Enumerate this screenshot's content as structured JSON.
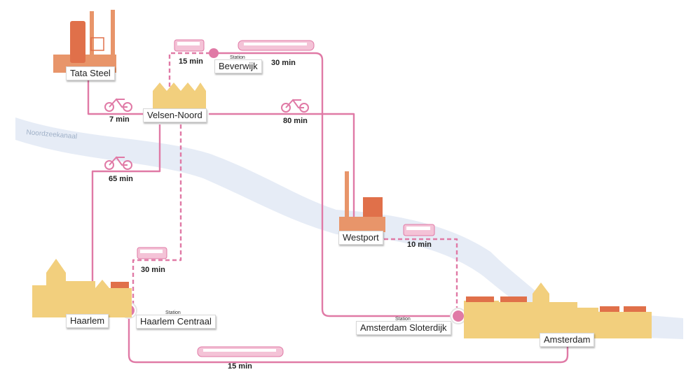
{
  "colors": {
    "route": "#e07aa6",
    "route_dashed": "#e07aa6",
    "water": "#e6ecf6",
    "town": "#f2cf7d",
    "industry": "#e8956a",
    "roof": "#e0704a",
    "station_dot": "#e07aa6"
  },
  "water": {
    "name": "Noordzeekanaal"
  },
  "places": {
    "tata_steel": "Tata Steel",
    "velsen_noord": "Velsen-Noord",
    "westport": "Westport",
    "haarlem": "Haarlem",
    "amsterdam": "Amsterdam"
  },
  "stations": {
    "beverwijk": {
      "tag": "Station",
      "name": "Beverwijk"
    },
    "haarlem_centraal": {
      "tag": "Station",
      "name": "Haarlem Centraal"
    },
    "amsterdam_sloterdijk": {
      "tag": "Station",
      "name": "Amsterdam Sloterdijk"
    }
  },
  "travel_times": {
    "bus_velsen_beverwijk": "15 min",
    "train_beverwijk_sloterdijk": "30 min",
    "bike_tata_velsen": "7 min",
    "bike_velsen_westport": "80 min",
    "bike_velsen_haarlem": "65 min",
    "bus_velsen_haarlem": "30 min",
    "bus_westport_sloterdijk": "10 min",
    "train_haarlem_amsterdam": "15 min"
  },
  "icons": [
    "bus-icon",
    "train-icon",
    "bicycle-icon",
    "station-marker-icon",
    "factory-icon",
    "town-icon"
  ]
}
